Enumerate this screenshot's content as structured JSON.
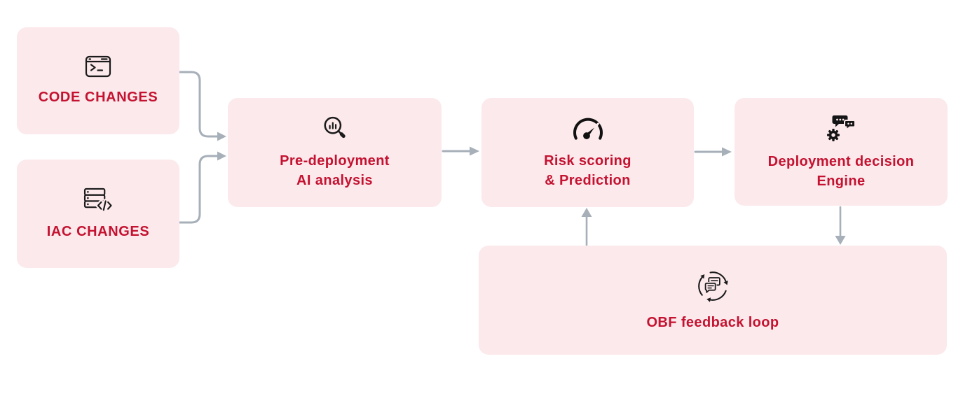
{
  "colors": {
    "background": "#ffffff",
    "box_fill": "#fce9ec",
    "accent_red": "#c41230",
    "arrow_gray": "#a7afb9",
    "icon_black": "#1b1b1b"
  },
  "nodes": {
    "code_changes": {
      "label": "CODE CHANGES",
      "icon": "terminal-window-icon"
    },
    "iac_changes": {
      "label": "IAC CHANGES",
      "icon": "server-code-icon"
    },
    "pre_deployment": {
      "line1": "Pre-deployment",
      "line2": "AI analysis",
      "icon": "magnifier-analytics-icon"
    },
    "risk_scoring": {
      "line1": "Risk scoring",
      "line2": "& Prediction",
      "icon": "gauge-icon"
    },
    "deployment_decision": {
      "line1": "Deployment decision",
      "line2": "Engine",
      "icon": "chat-gear-icon"
    },
    "obf_feedback": {
      "label": "OBF feedback loop",
      "icon": "feedback-loop-icon"
    }
  },
  "connections": [
    {
      "from": "code_changes",
      "to": "pre_deployment"
    },
    {
      "from": "iac_changes",
      "to": "pre_deployment"
    },
    {
      "from": "pre_deployment",
      "to": "risk_scoring"
    },
    {
      "from": "risk_scoring",
      "to": "deployment_decision"
    },
    {
      "from": "deployment_decision",
      "to": "obf_feedback"
    },
    {
      "from": "obf_feedback",
      "to": "risk_scoring"
    }
  ]
}
